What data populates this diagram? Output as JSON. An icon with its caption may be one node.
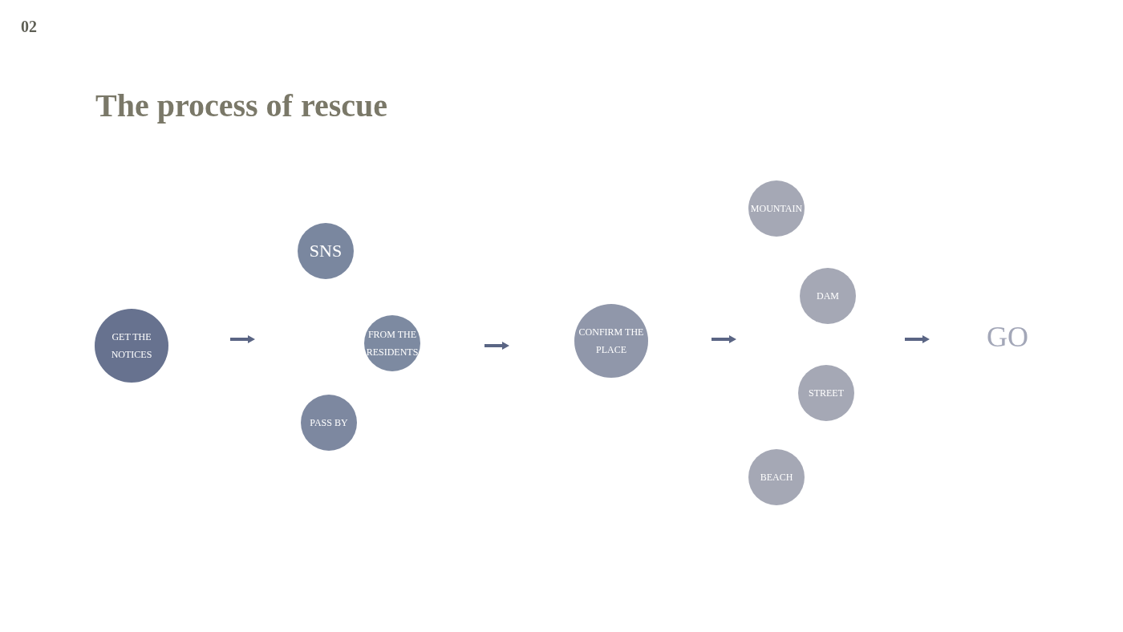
{
  "diagram": {
    "title": "The process of rescue",
    "nodes": [
      {
        "text": [
          "GET THE NOTICES"
        ]
      },
      {
        "text": [
          "SNS"
        ]
      },
      {
        "text": [
          "FROM THE RESIDENTS"
        ]
      },
      {
        "text": [
          "PASS BY"
        ]
      },
      {
        "text": [
          "CONFIRM THE PLACE"
        ]
      },
      {
        "text": [
          "MOUNTAIN"
        ]
      },
      {
        "text": [
          "DAM"
        ]
      },
      {
        "text": [
          "STREET"
        ]
      },
      {
        "text": [
          "BEACH"
        ]
      },
      {
        "text": [
          "GO"
        ]
      }
    ],
    "labels": [
      "02"
    ]
  }
}
